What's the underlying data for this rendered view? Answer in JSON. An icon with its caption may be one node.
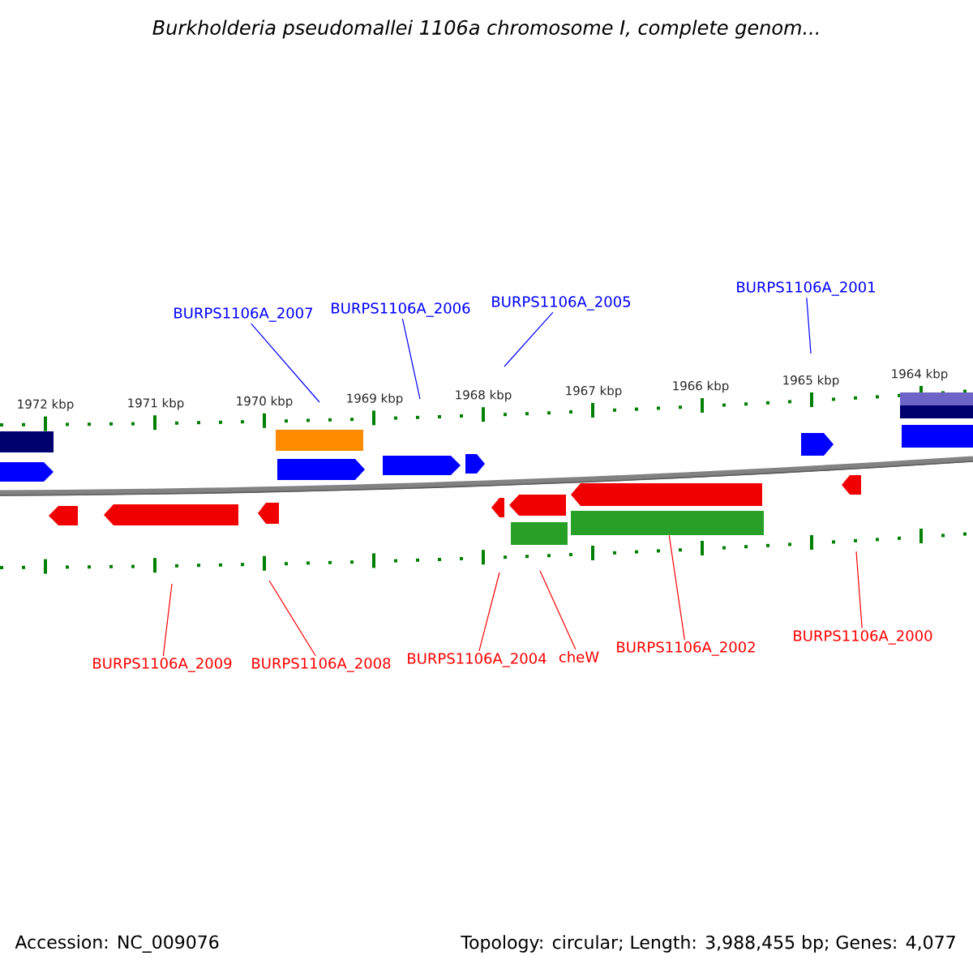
{
  "diagram": {
    "title": "Burkholderia pseudomallei 1106a chromosome I, complete genom...",
    "nodes": [
      {
        "text": [
          "BURPS1106A_2007"
        ]
      },
      {
        "text": [
          "BURPS1106A_2006"
        ]
      },
      {
        "text": [
          "BURPS1106A_2005"
        ]
      },
      {
        "text": [
          "BURPS1106A_2001"
        ]
      },
      {
        "text": [
          "BURPS1106A_2009"
        ]
      },
      {
        "text": [
          "BURPS1106A_2008"
        ]
      },
      {
        "text": [
          "BURPS1106A_2004"
        ]
      },
      {
        "text": [
          "cheW"
        ]
      },
      {
        "text": [
          "BURPS1106A_2002"
        ]
      },
      {
        "text": [
          "BURPS1106A_2000"
        ]
      },
      {
        "text": [],
        "shape": "bar"
      }
    ],
    "edges": [
      {
        "from": 0,
        "to": null,
        "arrow": "none",
        "color": "#0000ff"
      },
      {
        "from": 1,
        "to": null,
        "arrow": "none",
        "color": "#0000ff"
      },
      {
        "from": 2,
        "to": null,
        "arrow": "none",
        "color": "#0000ff"
      },
      {
        "from": 3,
        "to": null,
        "arrow": "none",
        "color": "#0000ff"
      },
      {
        "from": 4,
        "to": null,
        "arrow": "none",
        "color": "#ff0000"
      },
      {
        "from": 5,
        "to": null,
        "arrow": "none",
        "color": "#ff0000"
      },
      {
        "from": 6,
        "to": null,
        "arrow": "none",
        "color": "#ff0000"
      },
      {
        "from": 7,
        "to": null,
        "arrow": "none",
        "color": "#ff0000"
      },
      {
        "from": 8,
        "to": 10,
        "arrow": "none",
        "color": "#ff0000"
      },
      {
        "from": 9,
        "to": null,
        "arrow": "none",
        "color": "#ff0000"
      }
    ],
    "labels": [
      "1972 kbp",
      "1971 kbp",
      "1970 kbp",
      "1969 kbp",
      "1968 kbp",
      "1967 kbp",
      "1966 kbp",
      "1965 kbp",
      "1964 kbp",
      "Accession: NC_009076",
      "Topology: circular; Length: 3,988,455 bp; Genes: 4,077"
    ]
  }
}
